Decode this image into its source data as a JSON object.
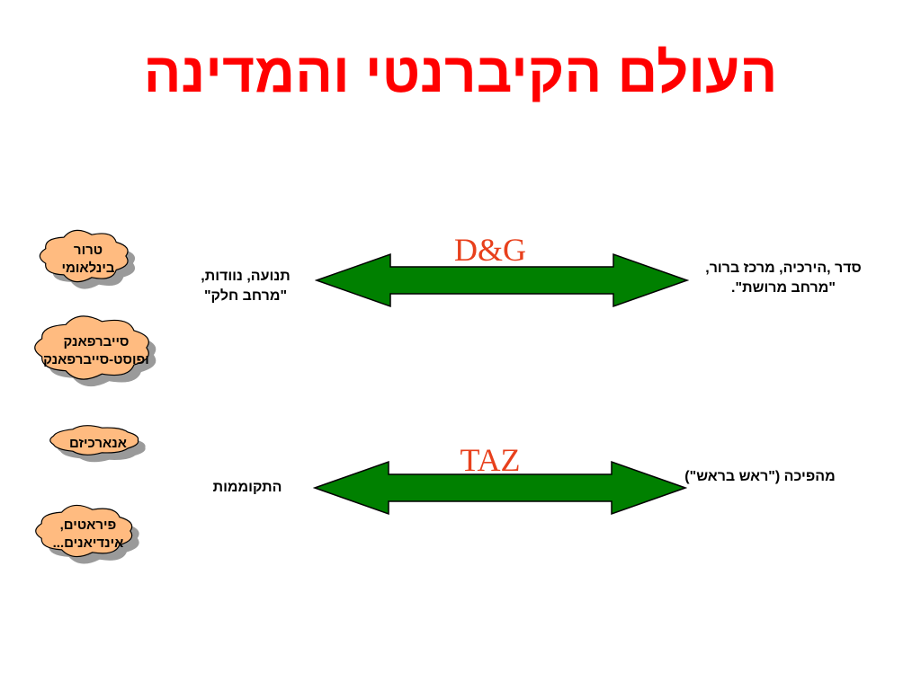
{
  "slide": {
    "title": "העולם הקיברנטי והמדינה",
    "title_color": "#ff0000"
  },
  "clouds": [
    {
      "text": "טרור בינלאומי",
      "stub": ""
    },
    {
      "text": "סייברפאנק ופוסט-סייברפאנק",
      "stub": ""
    },
    {
      "text": "אנארכיזם",
      "stub": ""
    },
    {
      "text": "פיראטים, אינדיאנים...",
      "stub": ""
    }
  ],
  "cloud_fill": "#ffbb80",
  "arrow_color": "#008000",
  "arrow_label_color": "#e8401c",
  "rows": [
    {
      "arrow_label": "D&G",
      "left_text": "תנועה, נוודות, \"מרחב חלק\"",
      "right_text": "סדר ,הירכיה, מרכז ברור, \"מרחב מרושת\"."
    },
    {
      "arrow_label": "TAZ",
      "left_text": "התקוממות",
      "right_text": "מהפיכה (\"ראש בראש\")"
    }
  ]
}
